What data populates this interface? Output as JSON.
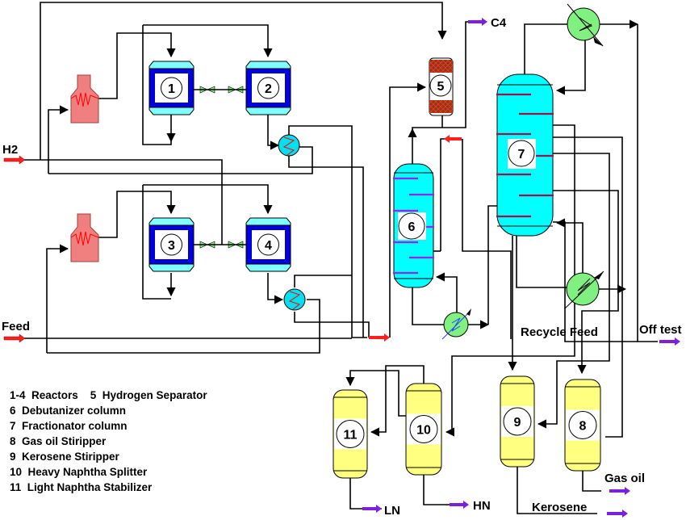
{
  "streams": {
    "h2": "H2",
    "feed": "Feed",
    "c4": "C4",
    "recycle_feed": "Recycle Feed",
    "off_test": "Off test",
    "ln": "LN",
    "hn": "HN",
    "kerosene": "Kerosene",
    "gas_oil": "Gas oil"
  },
  "units": {
    "r1": "1",
    "r2": "2",
    "r3": "3",
    "r4": "4",
    "sep5": "5",
    "col6": "6",
    "col7": "7",
    "v8": "8",
    "v9": "9",
    "v10": "10",
    "v11": "11"
  },
  "legend": [
    "1-4  Reactors    5  Hydrogen Separator",
    "6  Debutanizer column",
    "7  Fractionator column",
    "8  Gas oil Stiripper",
    "9  Kerosene Stiripper",
    "10  Heavy Naphtha Splitter",
    "11  Light Naphtha Stabilizer"
  ],
  "colors": {
    "heater": "#f08080",
    "reactor_shell": "#0000dd",
    "reactor_cap": "#80ffff",
    "column": "#00ffff",
    "tray_col6": "#a020f0",
    "tray_col7": "#a0104a",
    "exchanger_green": "#80f080",
    "vessel_yellow": "#ffff80",
    "separator": "#8b2500",
    "inlet_arrow": "#ff0000",
    "outlet_arrow": "#7b20e0"
  }
}
